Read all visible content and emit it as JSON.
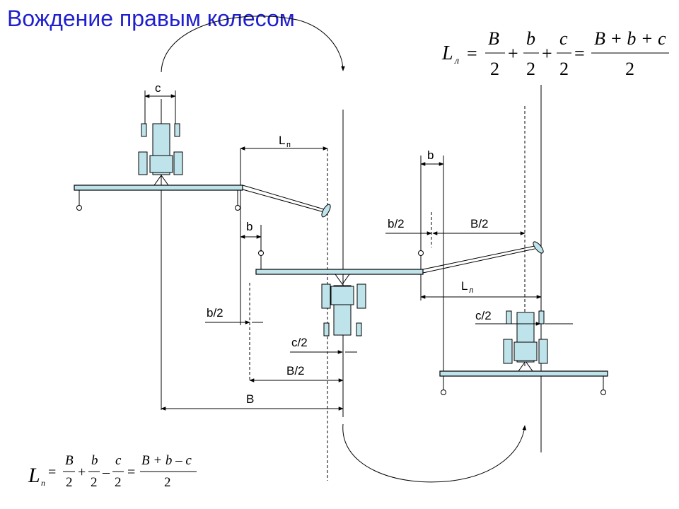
{
  "title": "Вождение правым колесом",
  "labels": {
    "c": "c",
    "L_left": "L",
    "L_left_sub": "п",
    "b_top": "b",
    "b_half_right": "b/2",
    "B_half_right": "B/2",
    "b_mid": "b",
    "L_right": "L",
    "L_right_sub": "л",
    "c_half_right": "c/2",
    "b_half_left": "b/2",
    "c_half_left": "c/2",
    "B_half_left": "B/2",
    "B": "B"
  },
  "formula_top": {
    "lhs": "L",
    "lhs_sub": "л",
    "eq1": "=",
    "t1_num": "B",
    "t1_den": "2",
    "op1": "+",
    "t2_num": "b",
    "t2_den": "2",
    "op2": "+",
    "t3_num": "c",
    "t3_den": "2",
    "eq2": "=",
    "res_num": "B + b + c",
    "res_den": "2"
  },
  "formula_bottom": {
    "lhs": "L",
    "lhs_sub": "п",
    "eq1": "=",
    "t1_num": "B",
    "t1_den": "2",
    "op1": "+",
    "t2_num": "b",
    "t2_den": "2",
    "op2": "–",
    "t3_num": "c",
    "t3_den": "2",
    "eq2": "=",
    "res_num": "B + b – c",
    "res_den": "2"
  },
  "colors": {
    "title": "#1f1fd0",
    "implement": "#bfe3ea",
    "line": "#000000"
  },
  "icons": [
    "turn-arrow-icon",
    "tractor-icon",
    "disc-marker-icon",
    "wheel-icon"
  ]
}
